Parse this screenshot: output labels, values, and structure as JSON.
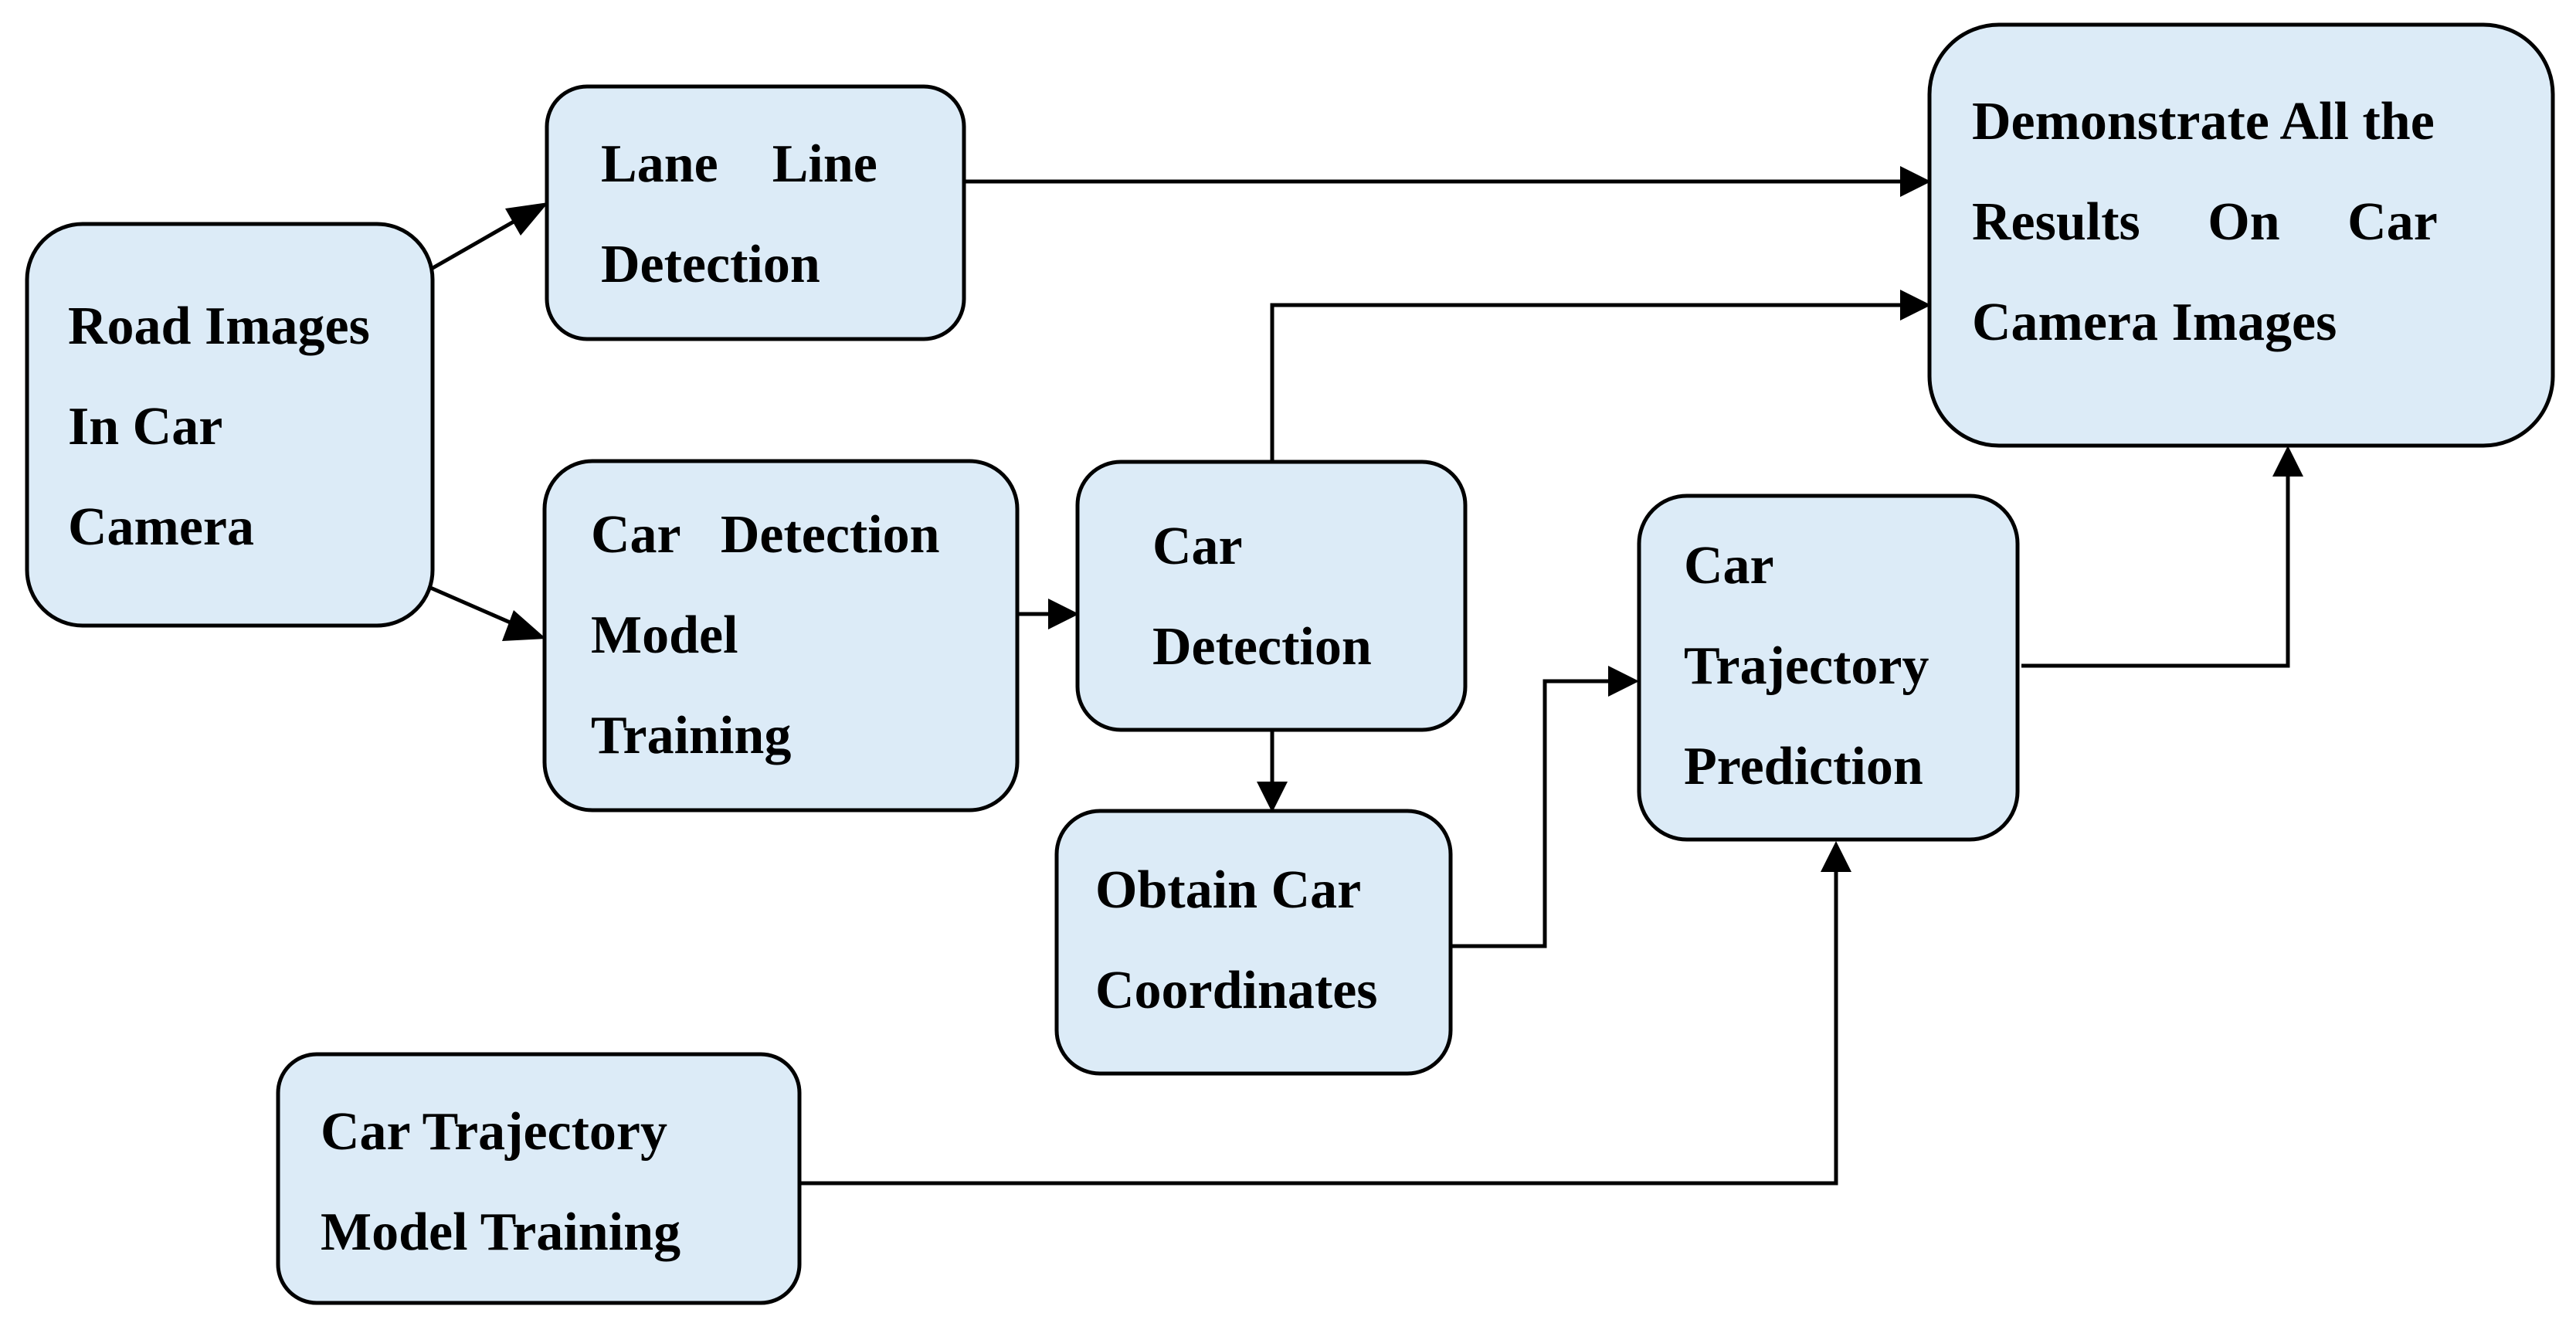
{
  "colors": {
    "box_fill": "#dcebf7",
    "box_stroke": "#000000",
    "arrow": "#000000"
  },
  "nodes": {
    "road_images": {
      "lines": [
        "Road Images",
        "In Car",
        "Camera"
      ]
    },
    "lane_line_detection": {
      "lines": [
        "Lane    Line",
        "Detection"
      ]
    },
    "car_detection_model_training": {
      "lines": [
        "Car   Detection",
        "Model",
        "Training"
      ]
    },
    "car_detection": {
      "lines": [
        "Car",
        "Detection"
      ]
    },
    "obtain_car_coordinates": {
      "lines": [
        "Obtain Car",
        "Coordinates"
      ]
    },
    "car_trajectory_prediction": {
      "lines": [
        "Car",
        "Trajectory",
        "Prediction"
      ]
    },
    "demonstrate_results": {
      "lines": [
        "Demonstrate All the",
        "Results     On     Car",
        "Camera Images"
      ]
    },
    "car_trajectory_model_training": {
      "lines": [
        "Car Trajectory",
        "Model Training"
      ]
    }
  },
  "edges": [
    {
      "from": "road_images",
      "to": "lane_line_detection"
    },
    {
      "from": "road_images",
      "to": "car_detection_model_training"
    },
    {
      "from": "lane_line_detection",
      "to": "demonstrate_results"
    },
    {
      "from": "car_detection_model_training",
      "to": "car_detection"
    },
    {
      "from": "car_detection",
      "to": "demonstrate_results"
    },
    {
      "from": "car_detection",
      "to": "obtain_car_coordinates"
    },
    {
      "from": "obtain_car_coordinates",
      "to": "car_trajectory_prediction"
    },
    {
      "from": "car_trajectory_prediction",
      "to": "demonstrate_results"
    },
    {
      "from": "car_trajectory_model_training",
      "to": "car_trajectory_prediction"
    }
  ]
}
